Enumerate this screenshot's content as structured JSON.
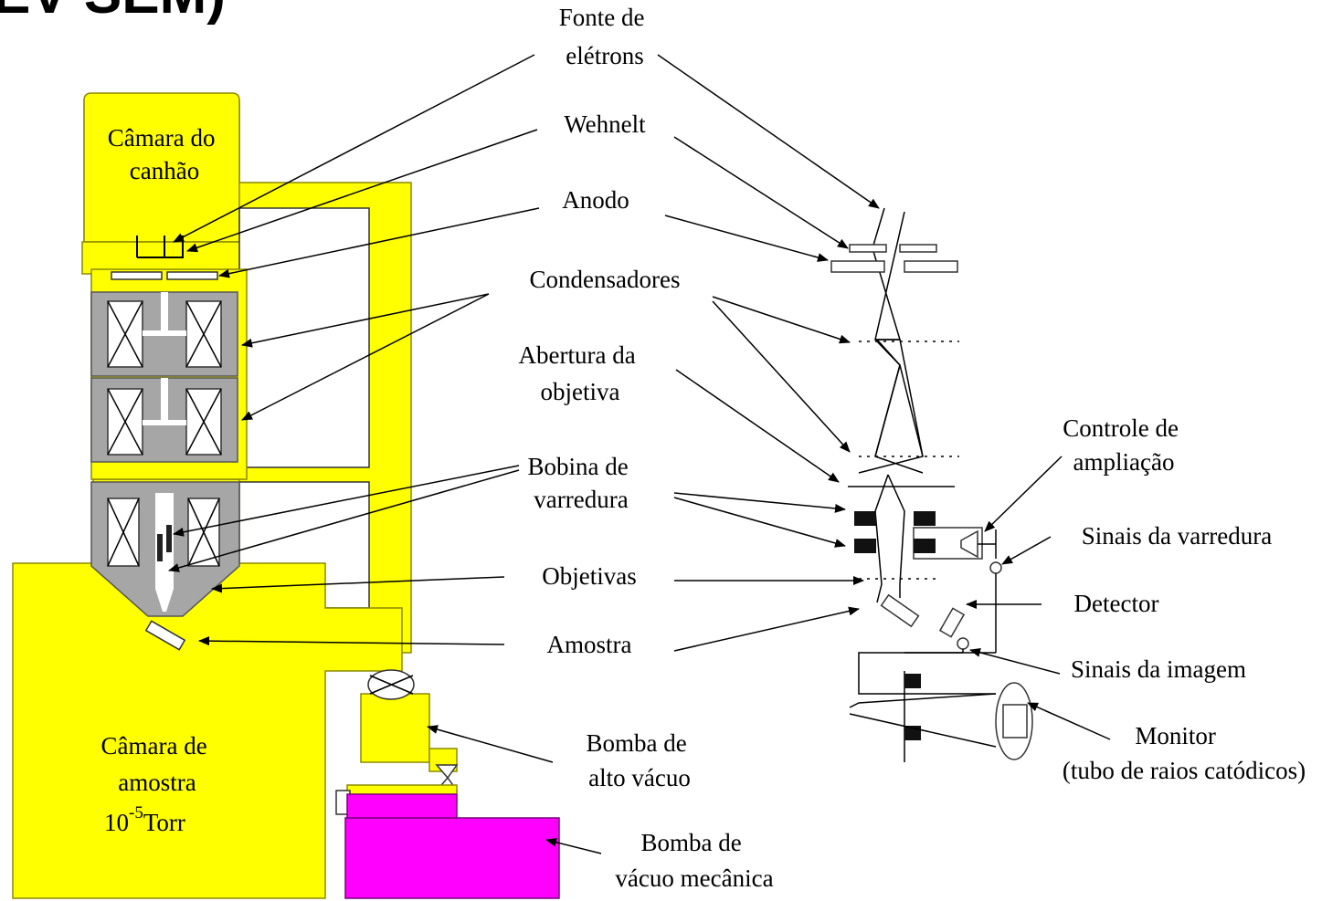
{
  "title": "EV SEM)",
  "colors": {
    "chamber": "#ffff00",
    "lens": "#a6a6a6",
    "pump": "#ff00ff",
    "line": "#000000"
  },
  "labels": {
    "fonte": [
      "Fonte de",
      "elétrons"
    ],
    "wehnelt": "Wehnelt",
    "anodo": "Anodo",
    "condensadores": "Condensadores",
    "abertura": [
      "Abertura da",
      "objetiva"
    ],
    "bobina": [
      "Bobina de",
      "varredura"
    ],
    "objetivas": "Objetivas",
    "amostra": "Amostra",
    "bomba_alto": [
      "Bomba de",
      "alto vácuo"
    ],
    "bomba_mec": [
      "Bomba de",
      "vácuo mecânica"
    ],
    "controle": [
      "Controle de",
      "ampliação"
    ],
    "sinais_varredura": "Sinais da varredura",
    "detector": "Detector",
    "sinais_imagem": "Sinais da imagem",
    "monitor": [
      "Monitor",
      "(tubo de raios catódicos)"
    ],
    "camara_canhao": [
      "Câmara do",
      "canhão"
    ],
    "camara_amostra": [
      "Câmara de",
      "amostra"
    ],
    "pressure_base": "10",
    "pressure_exp": "-5",
    "pressure_unit": "Torr"
  }
}
